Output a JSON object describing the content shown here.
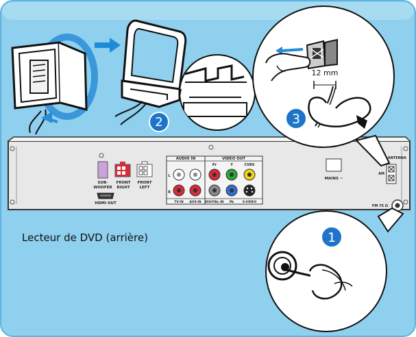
{
  "caption": "Lecteur de DVD (arrière)",
  "steps": {
    "one": "1",
    "two": "2",
    "three": "3"
  },
  "measurement": "12 mm",
  "labels": {
    "subwoofer": [
      "SUB-",
      "WOOFER"
    ],
    "front_right": [
      "FRONT",
      "RIGHT"
    ],
    "front_left": [
      "FRONT",
      "LEFT"
    ],
    "hdmi_out": "HDMI OUT",
    "audio_in": "AUDIO IN",
    "video_out": "VIDEO OUT",
    "pr": "Pr",
    "y": "Y",
    "cvbs": "CVBS",
    "l": "L",
    "r": "R",
    "tv_in": "TV-IN",
    "aux_in": "AUX-IN",
    "digital_in": "DIGITAL-IN",
    "pb": "Pb",
    "s_video": "S-VIDEO",
    "mains": "MAINS ~",
    "am_antenna": "AM ANTENNA",
    "am": "AM",
    "fm": "FM 75 Ω"
  },
  "colors": {
    "background": "#8ed0ee",
    "border": "#5fb3df",
    "step_badge": "#1d74c9",
    "arrow": "#1f8ad8",
    "panel": "#e8e8e8"
  }
}
